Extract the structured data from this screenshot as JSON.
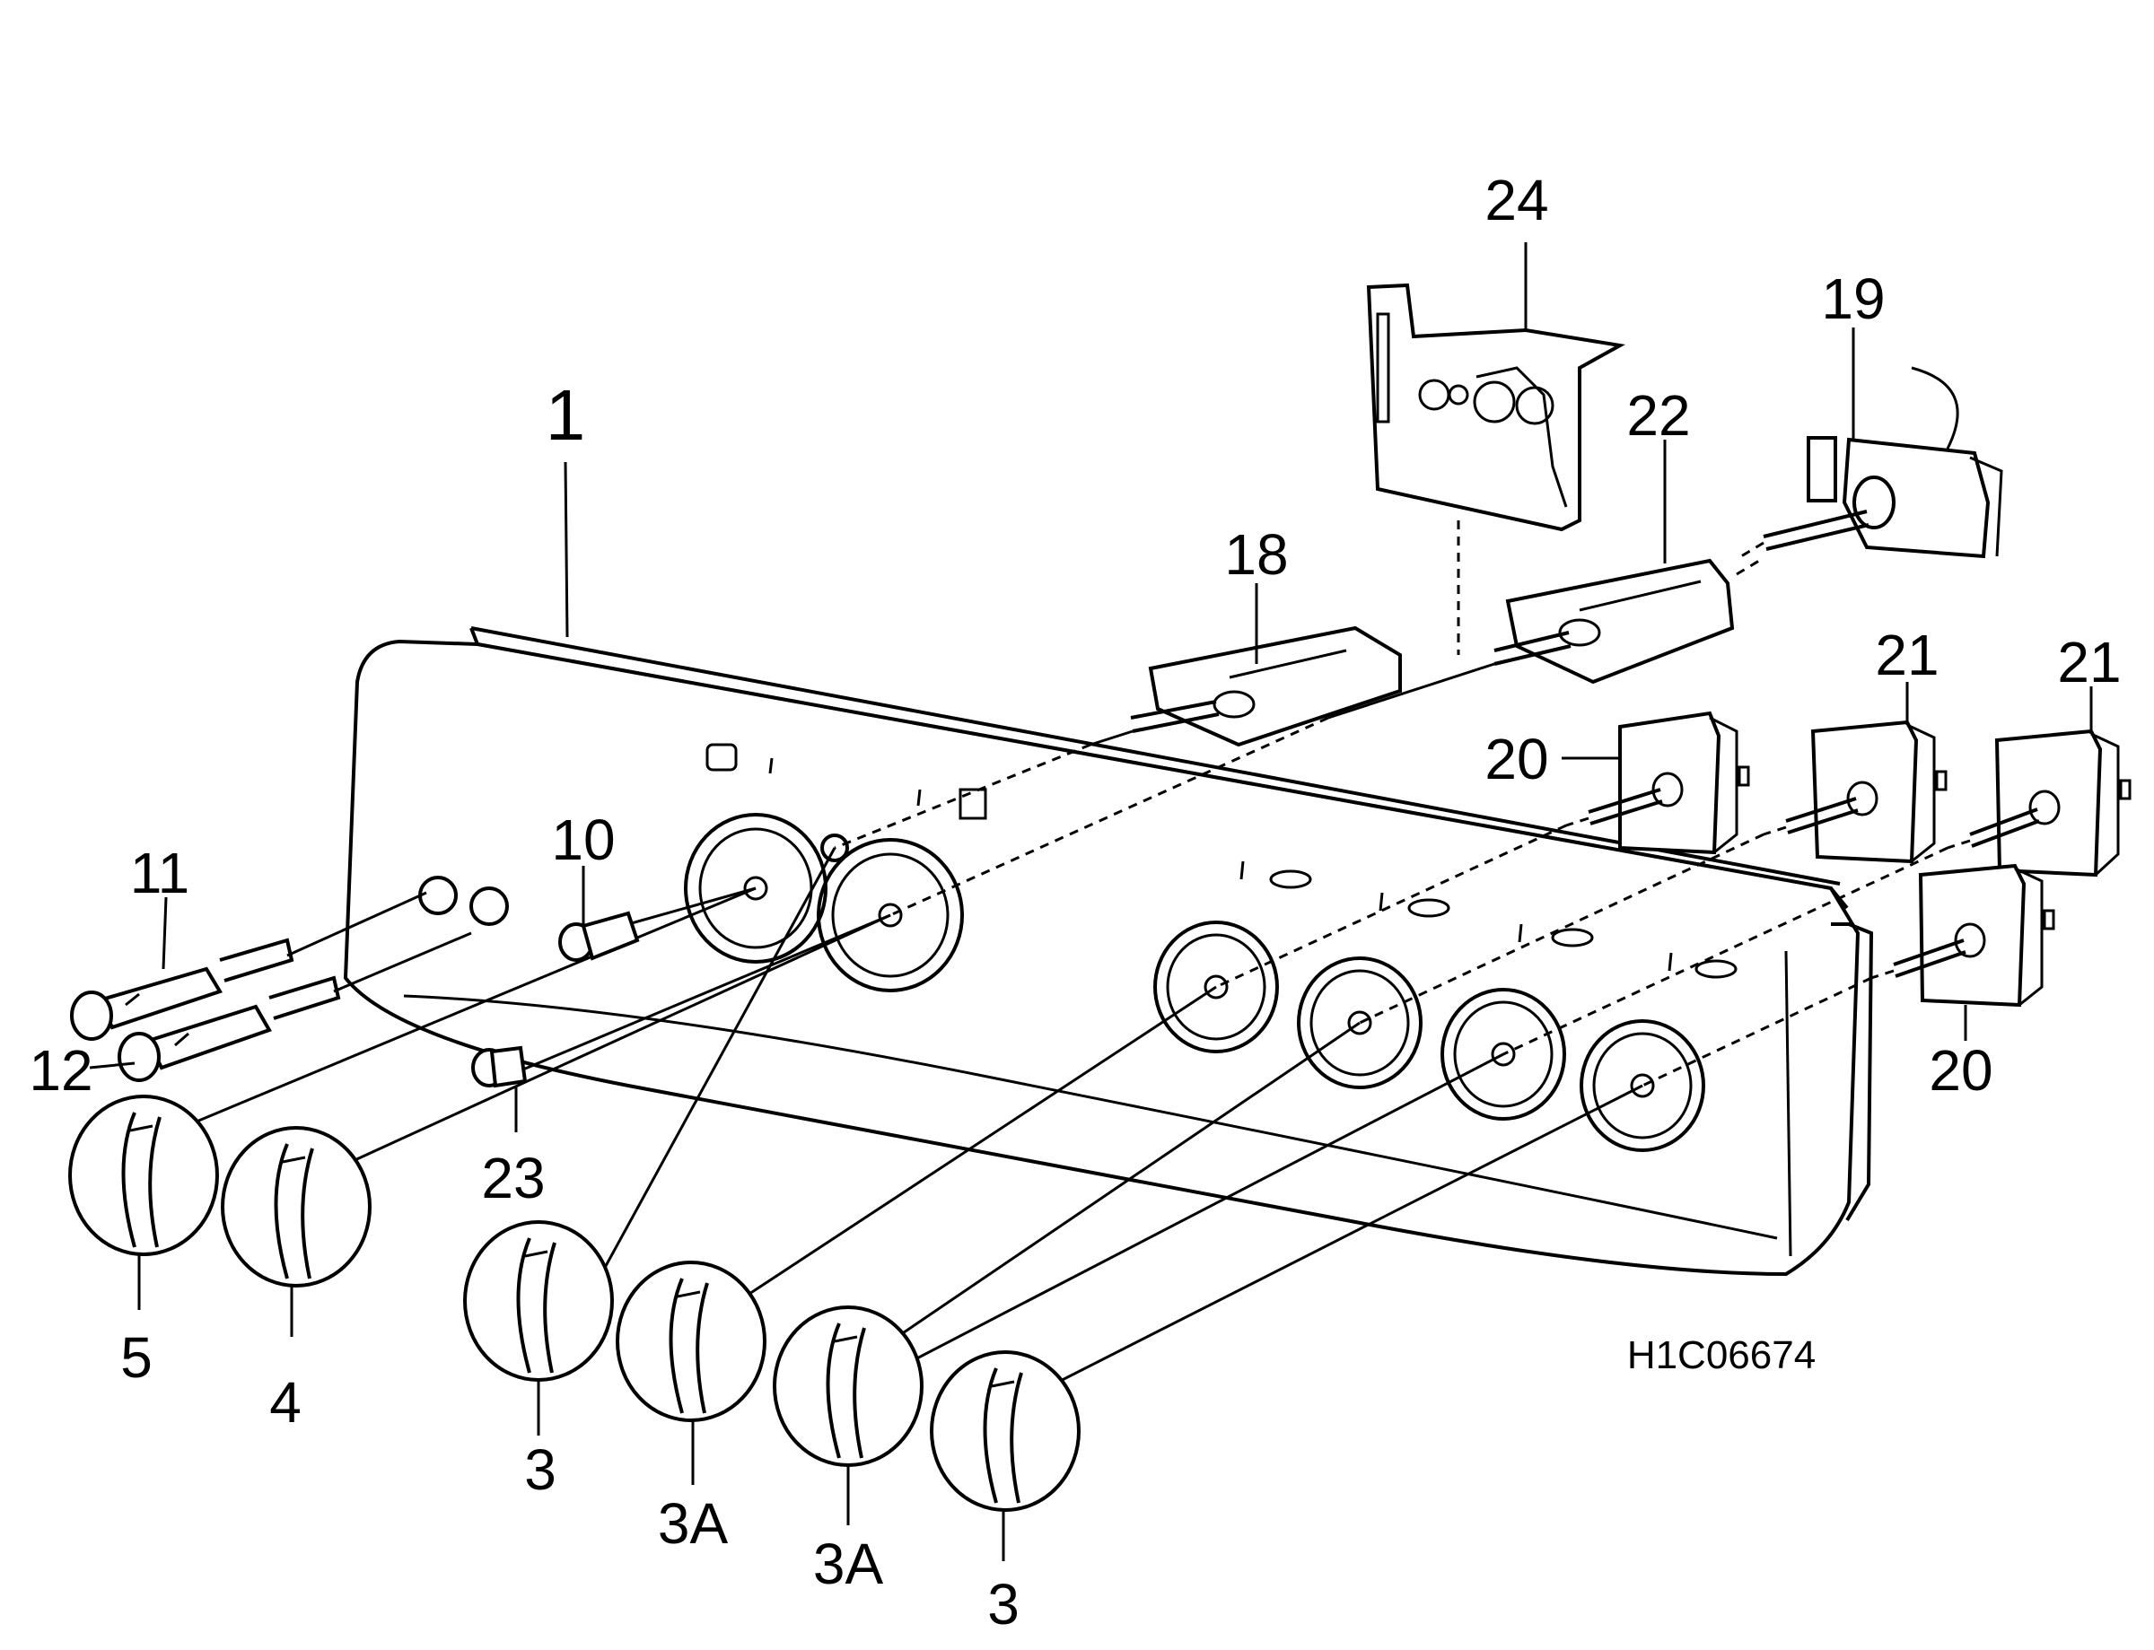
{
  "diagram": {
    "drawing_code": "H1C06674",
    "part_labels": [
      "24",
      "19",
      "22",
      "1",
      "18",
      "21",
      "21",
      "20",
      "20",
      "11",
      "10",
      "12",
      "23",
      "5",
      "4",
      "3",
      "3A",
      "3A",
      "3"
    ]
  }
}
